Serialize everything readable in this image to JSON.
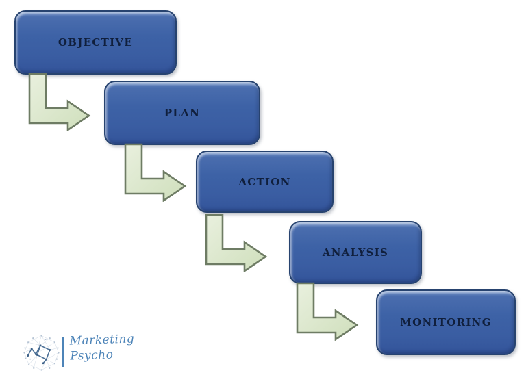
{
  "diagram": {
    "type": "step-flow",
    "connector": "bent-arrow-right",
    "steps": [
      {
        "id": "objective",
        "label": "OBJECTIVE"
      },
      {
        "id": "plan",
        "label": "PLAN"
      },
      {
        "id": "action",
        "label": "ACTION"
      },
      {
        "id": "analysis",
        "label": "ANALYSIS"
      },
      {
        "id": "monitoring",
        "label": "MONITORING"
      }
    ],
    "colors": {
      "box_fill": "#3c60a5",
      "box_border": "#27436f",
      "box_text": "#101f3c",
      "arrow_fill": "#dce8cf",
      "arrow_border": "#6e7c64",
      "logo_accent": "#4d84b8"
    }
  },
  "logo": {
    "line1": "Marketing",
    "line2": "Psycho"
  }
}
